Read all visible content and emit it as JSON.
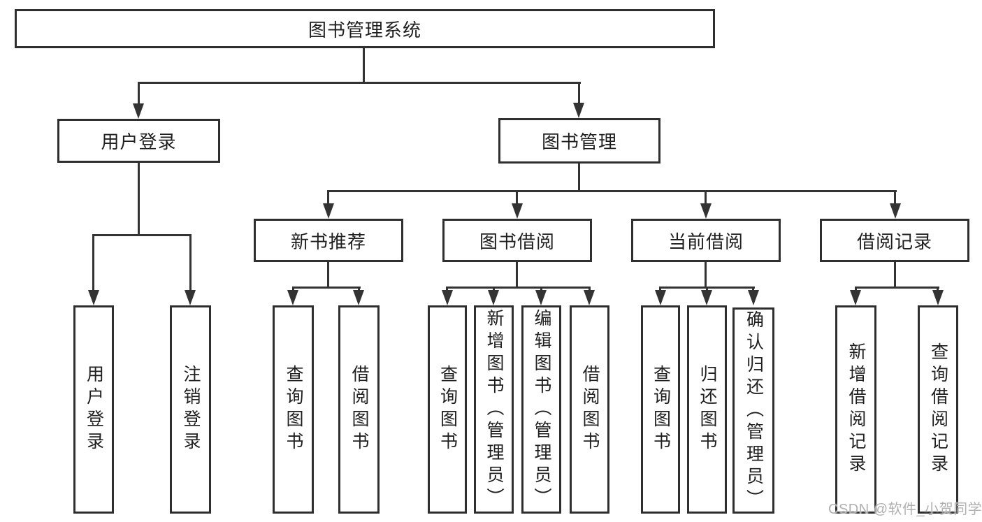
{
  "colors": {
    "line": "#333333",
    "box_border": "#2f2f2f",
    "box_background": "#ffffff",
    "text": "#1f1f1f",
    "watermark": "#b0b0b0",
    "page_background": "#ffffff"
  },
  "watermark": {
    "text": "CSDN @软件_小贺同学"
  },
  "tree": {
    "label": "图书管理系统",
    "children": [
      {
        "label": "用户登录",
        "children": [
          {
            "label": "用户登录"
          },
          {
            "label": "注销登录"
          }
        ]
      },
      {
        "label": "图书管理",
        "children": [
          {
            "label": "新书推荐",
            "children": [
              {
                "label": "查询图书"
              },
              {
                "label": "借阅图书"
              }
            ]
          },
          {
            "label": "图书借阅",
            "children": [
              {
                "label": "查询图书"
              },
              {
                "label": "新增图书（管理员）"
              },
              {
                "label": "编辑图书（管理员）"
              },
              {
                "label": "借阅图书"
              }
            ]
          },
          {
            "label": "当前借阅",
            "children": [
              {
                "label": "查询图书"
              },
              {
                "label": "归还图书"
              },
              {
                "label": "确认归还（管理员）"
              }
            ]
          },
          {
            "label": "借阅记录",
            "children": [
              {
                "label": "新增借阅记录"
              },
              {
                "label": "查询借阅记录"
              }
            ]
          }
        ]
      }
    ]
  }
}
